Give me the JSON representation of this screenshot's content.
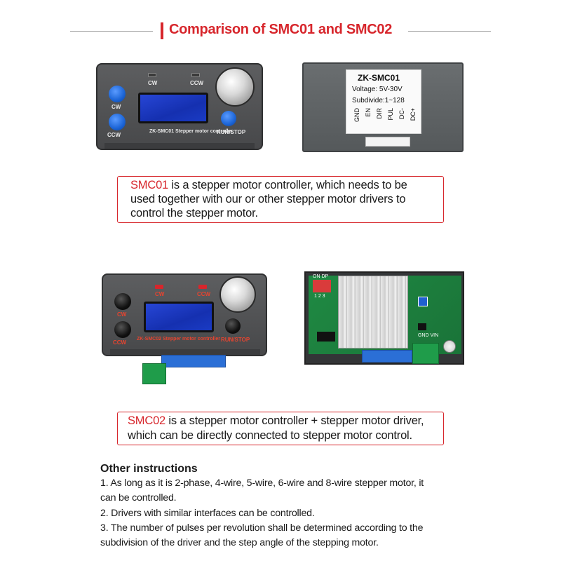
{
  "title": "Comparison of SMC01 and SMC02",
  "smc01": {
    "device": {
      "label_cw_top": "CW",
      "label_ccw_top": "CCW",
      "label_cw_side": "CW",
      "label_ccw_side": "CCW",
      "model": "ZK-SMC01 Stepper motor controller",
      "runstop": "RUN/STOP"
    },
    "back": {
      "model": "ZK-SMC01",
      "voltage": "Voltage: 5V-30V",
      "subdivide": "Subdivide:1~128",
      "pins": [
        "DC+",
        "DC-",
        "PUL",
        "DIR",
        "EN",
        "GND"
      ]
    },
    "callout": {
      "highlight": "SMC01",
      "line1": " is a stepper motor controller, which needs to be",
      "line2": "used together with our or other stepper motor drivers to",
      "line3": "control the stepper motor."
    }
  },
  "smc02": {
    "device": {
      "label_cw_top": "CW",
      "label_ccw_top": "CCW",
      "label_cw_side": "CW",
      "label_ccw_side": "CCW",
      "model": "ZK-SMC02 Stepper motor controller",
      "runstop": "RUN/STOP"
    },
    "board": {
      "dip_label": "ON DP",
      "dip_numbers": "1 2 3",
      "power_label": "GND VIN"
    },
    "callout": {
      "highlight": "SMC02",
      "line1": " is a stepper motor controller + stepper motor driver,",
      "line2": "which can be directly connected to stepper motor control."
    }
  },
  "instructions": {
    "heading": "Other instructions",
    "lines": [
      "1. As long as it is 2-phase, 4-wire, 5-wire, 6-wire and 8-wire stepper motor, it",
      "can be controlled.",
      "2. Drivers with similar interfaces can be controlled.",
      "3. The number of pulses per revolution shall be determined according to the",
      "subdivision of the driver and the step angle of the stepping motor."
    ]
  },
  "colors": {
    "accent": "#d7262c",
    "lcd_blue": "#1f3fd0",
    "button_blue": "#1b64d6",
    "button_black": "#111111",
    "pcb_green": "#1f8a43",
    "terminal_blue": "#2b6fd6",
    "terminal_green": "#1f9c4a"
  }
}
